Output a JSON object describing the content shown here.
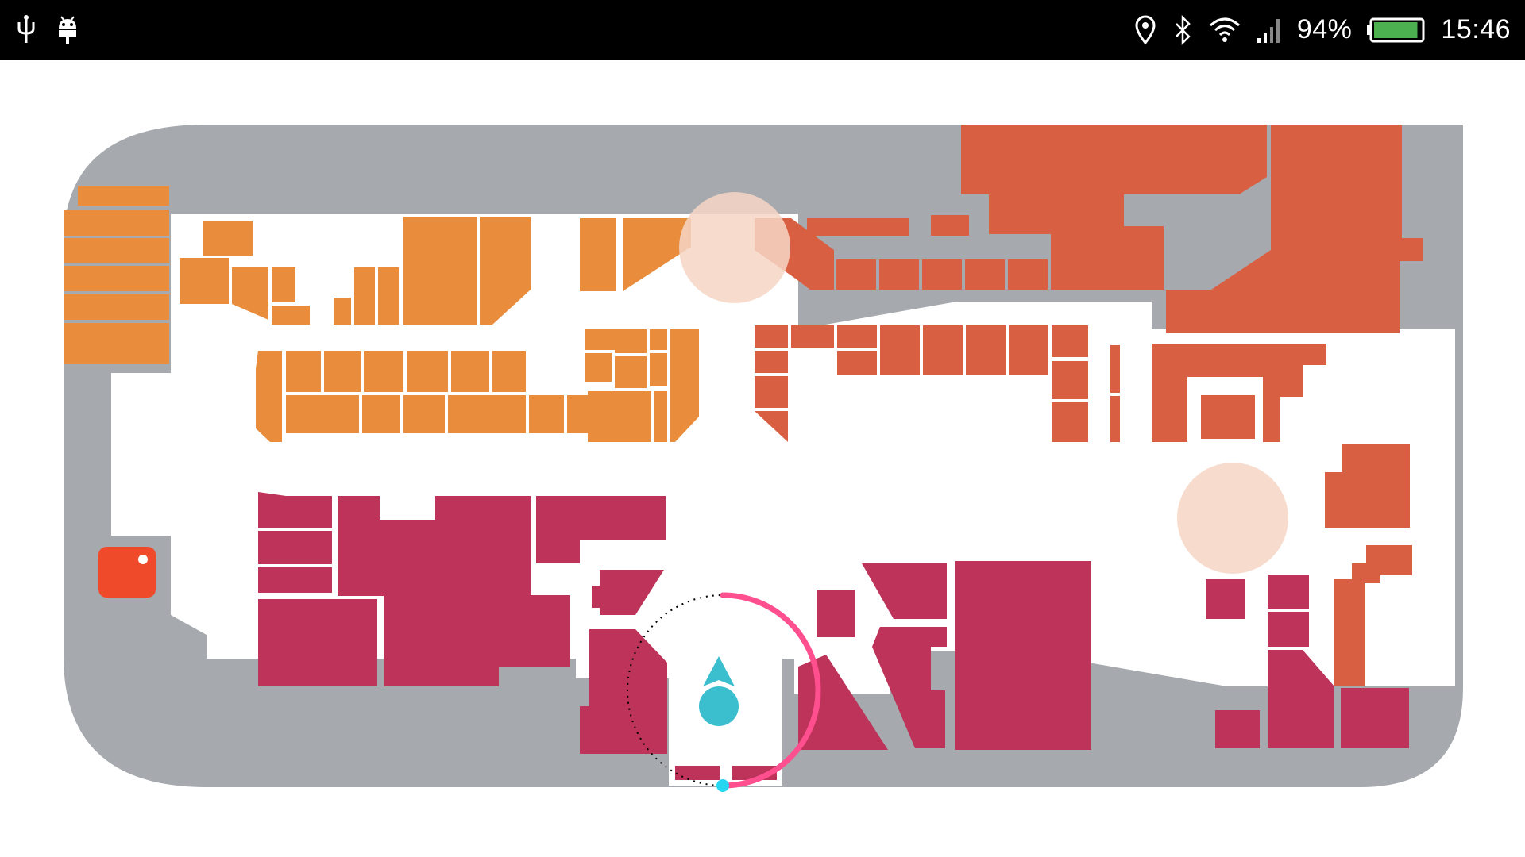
{
  "status_bar": {
    "battery_percent": "94%",
    "time": "15:46",
    "battery_level": 0.94,
    "icons": {
      "left": [
        "usb-icon",
        "android-debug-icon"
      ],
      "right": [
        "location-pin-icon",
        "bluetooth-icon",
        "wifi-icon",
        "signal-icon",
        "battery-icon"
      ]
    }
  },
  "map": {
    "colors": {
      "background": "#ffffff",
      "corridor": "#ffffff",
      "outer_area": "#a6aaae",
      "zone_orange": "#e98c3b",
      "zone_red_orange": "#d95f42",
      "zone_crimson": "#bd3359",
      "highlight_circle": "#f6d6c6",
      "poi_marker": "#ef4b2a",
      "user_location": "#3bbfcf",
      "heading_arc": "#ff4f8f"
    },
    "zones": [
      "orange",
      "red-orange",
      "crimson"
    ],
    "highlight_circles": 2,
    "poi_markers": 1,
    "compass_heading_fraction": 0.5
  }
}
